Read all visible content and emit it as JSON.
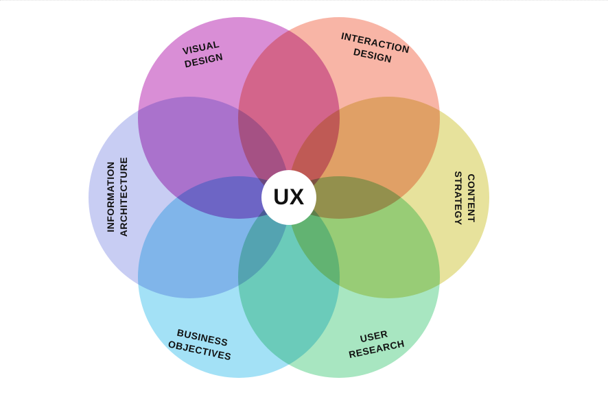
{
  "diagram": {
    "type": "venn-flower",
    "background_color": "#ffffff",
    "text_color": "#111111",
    "center": {
      "label": "UX",
      "circle_color": "#ffffff"
    },
    "petals": [
      {
        "id": "visual-design",
        "position": "top-left",
        "line1": "VISUAL",
        "line2": "DESIGN",
        "color": "#d98ed6"
      },
      {
        "id": "interaction-design",
        "position": "top-right",
        "line1": "INTERACTION",
        "line2": "DESIGN",
        "color": "#f8b5a6"
      },
      {
        "id": "information-architecture",
        "position": "left",
        "line1": "INFORMATION",
        "line2": "ARCHITECTURE",
        "color": "#c8cdf3"
      },
      {
        "id": "content-strategy",
        "position": "right",
        "line1": "CONTENT",
        "line2": "STRATEGY",
        "color": "#e7e29c"
      },
      {
        "id": "business-objectives",
        "position": "bottom-left",
        "line1": "BUSINESS",
        "line2": "OBJECTIVES",
        "color": "#a3e1f6"
      },
      {
        "id": "user-research",
        "position": "bottom-right",
        "line1": "USER",
        "line2": "RESEARCH",
        "color": "#a8e6c1"
      }
    ]
  }
}
